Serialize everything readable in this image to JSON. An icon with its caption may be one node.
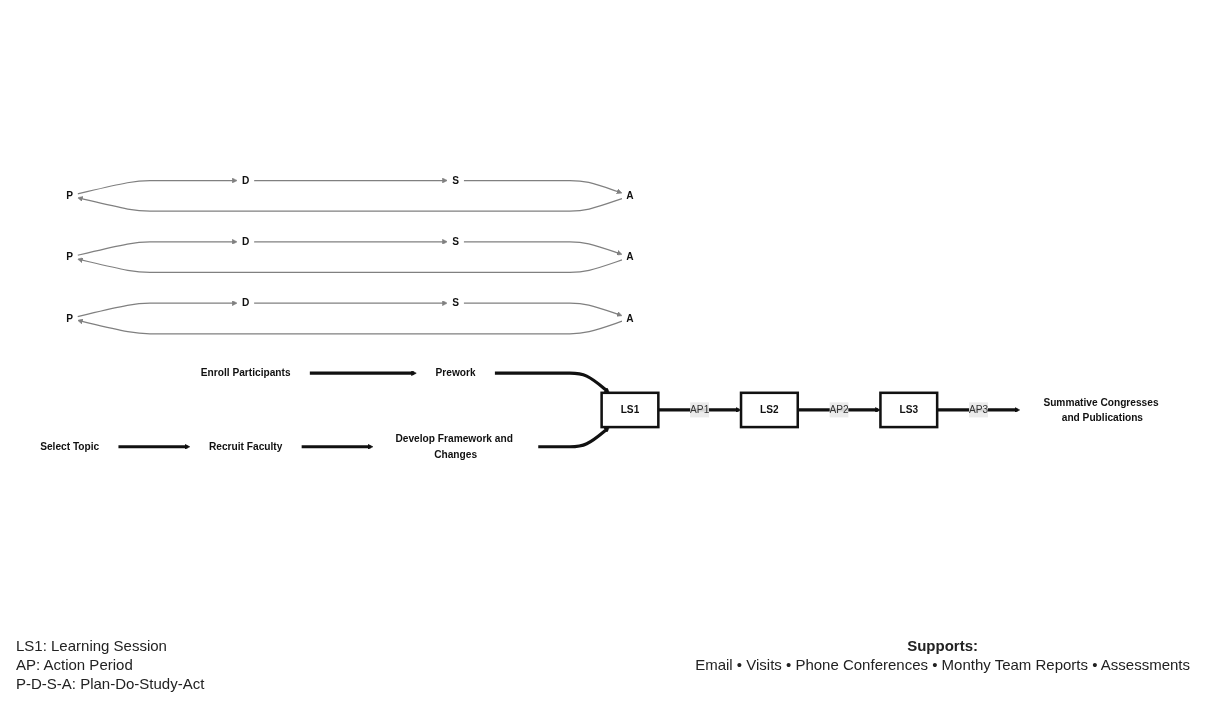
{
  "diagram": {
    "nodes": [
      {
        "text": [
          "Enroll Participants"
        ]
      },
      {
        "text": [
          "Select Topic"
        ]
      },
      {
        "text": [
          "Prework"
        ]
      },
      {
        "text": [
          "P"
        ]
      },
      {
        "text": [
          "A"
        ]
      },
      {
        "text": [
          "D"
        ]
      },
      {
        "text": [
          "S"
        ]
      },
      {
        "text": [
          "P"
        ]
      },
      {
        "text": [
          "A"
        ]
      },
      {
        "text": [
          "D"
        ]
      },
      {
        "text": [
          "S"
        ]
      },
      {
        "text": [
          "P"
        ]
      },
      {
        "text": [
          "A"
        ]
      },
      {
        "text": [
          "D"
        ]
      },
      {
        "text": [
          "S"
        ]
      },
      {
        "text": [
          "Develop Framework and Changes"
        ]
      },
      {
        "text": [
          "Recruit Faculty"
        ]
      },
      {
        "text": [
          "LS1"
        ]
      },
      {
        "text": [
          "LS2"
        ]
      },
      {
        "text": [
          "LS3"
        ]
      },
      {
        "text": [
          "Summative Congresses and Publications"
        ]
      }
    ],
    "edges": [
      {
        "from": 0,
        "to": 2,
        "arrow": "to",
        "style": "thick",
        "color": "#111111"
      },
      {
        "from": 1,
        "to": 16,
        "arrow": "to",
        "style": "thick",
        "color": "#111111"
      },
      {
        "from": 2,
        "to": 17,
        "arrow": "to",
        "style": "thick",
        "color": "#111111"
      },
      {
        "from": 16,
        "to": 15,
        "arrow": "to",
        "style": "thick",
        "color": "#111111"
      },
      {
        "from": 15,
        "to": 17,
        "arrow": "to",
        "style": "thick",
        "color": "#111111"
      },
      {
        "from": 17,
        "to": 18,
        "label": "AP1",
        "arrow": "to",
        "style": "thick",
        "color": "#111111"
      },
      {
        "from": 18,
        "to": 19,
        "label": "AP2",
        "arrow": "to",
        "style": "thick",
        "color": "#111111"
      },
      {
        "from": 19,
        "to": 20,
        "label": "AP3",
        "arrow": "to",
        "style": "thick",
        "color": "#111111"
      },
      {
        "from": 4,
        "to": 3,
        "arrow": "to"
      },
      {
        "from": 3,
        "to": 5,
        "arrow": "to"
      },
      {
        "from": 5,
        "to": 6,
        "arrow": "to"
      },
      {
        "from": 6,
        "to": 4,
        "arrow": "to"
      },
      {
        "from": 8,
        "to": 7,
        "arrow": "to"
      },
      {
        "from": 7,
        "to": 9,
        "arrow": "to"
      },
      {
        "from": 9,
        "to": 10,
        "arrow": "to"
      },
      {
        "from": 10,
        "to": 8,
        "arrow": "to"
      },
      {
        "from": 12,
        "to": 11,
        "arrow": "to"
      },
      {
        "from": 11,
        "to": 13,
        "arrow": "to"
      },
      {
        "from": 13,
        "to": 14,
        "arrow": "to"
      },
      {
        "from": 14,
        "to": 12,
        "arrow": "to"
      }
    ],
    "labels": [
      "LS1: Learning Session",
      "AP: Action Period",
      "P-D-S-A: Plan-Do-Study-Act",
      "Supports:",
      "Email • Visits • Phone Conferences • Monthy Team Reports • Assessments"
    ]
  }
}
